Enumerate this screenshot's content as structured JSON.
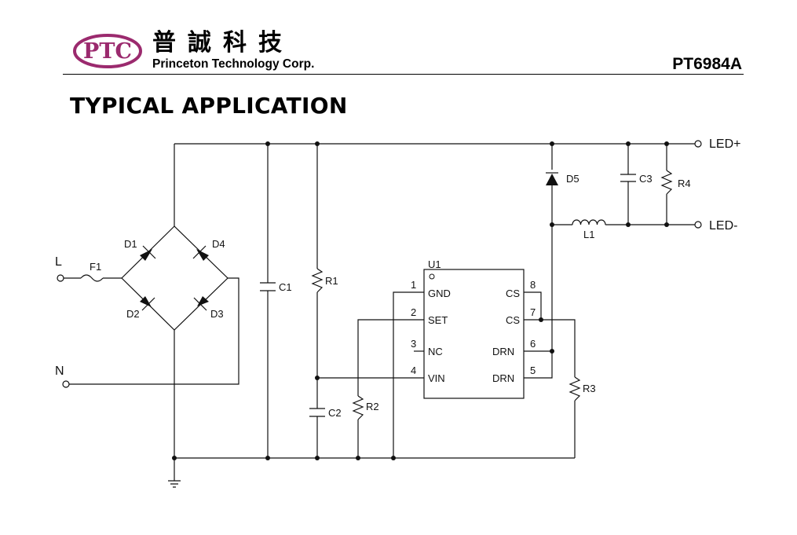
{
  "header": {
    "logo_text": "PTC",
    "company_cn": "普誠科技",
    "company_en": "Princeton Technology Corp.",
    "part_number": "PT6984A"
  },
  "section_title": "TYPICAL APPLICATION",
  "schematic": {
    "inputs": {
      "line": "L",
      "neutral": "N"
    },
    "outputs": {
      "led_plus": "LED+",
      "led_minus": "LED-"
    },
    "components": {
      "fuse": "F1",
      "diodes": [
        "D1",
        "D2",
        "D3",
        "D4",
        "D5"
      ],
      "capacitors": [
        "C1",
        "C2",
        "C3"
      ],
      "resistors": [
        "R1",
        "R2",
        "R3",
        "R4"
      ],
      "inductor": "L1",
      "ic": "U1"
    },
    "ic_pins": [
      {
        "num": "1",
        "name": "GND"
      },
      {
        "num": "2",
        "name": "SET"
      },
      {
        "num": "3",
        "name": "NC"
      },
      {
        "num": "4",
        "name": "VIN"
      },
      {
        "num": "5",
        "name": "DRN"
      },
      {
        "num": "6",
        "name": "DRN"
      },
      {
        "num": "7",
        "name": "CS"
      },
      {
        "num": "8",
        "name": "CS"
      }
    ]
  }
}
